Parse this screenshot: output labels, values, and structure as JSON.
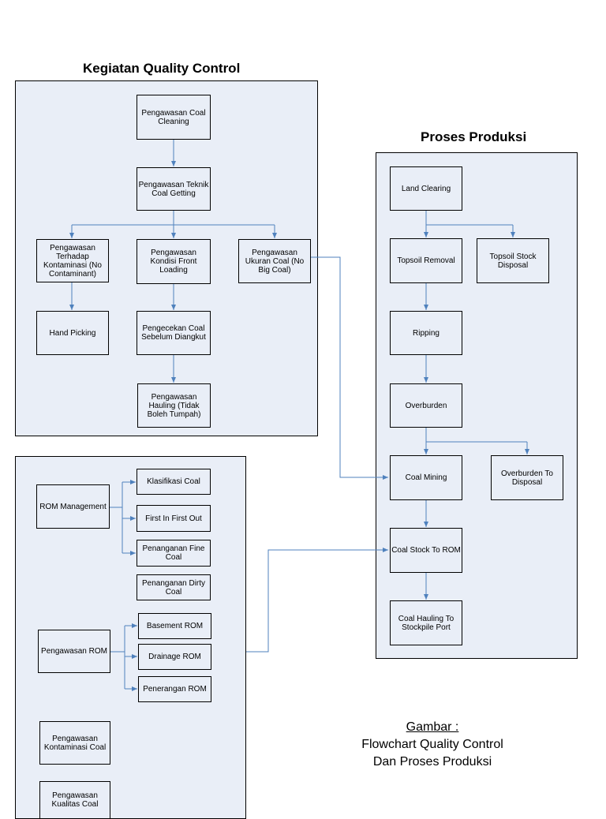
{
  "quality_control": {
    "title": "Kegiatan Quality Control",
    "coal_cleaning": "Pengawasan Coal Cleaning",
    "coal_getting": "Pengawasan Teknik Coal Getting",
    "contamination": "Pengawasan Terhadap Kontaminasi (No Contaminant)",
    "front_loading": "Pengawasan Kondisi Front Loading",
    "coal_size": "Pengawasan Ukuran Coal (No Big Coal)",
    "hand_picking": "Hand Picking",
    "pre_haul_check": "Pengecekan Coal Sebelum Diangkut",
    "hauling": "Pengawasan Hauling (Tidak Boleh Tumpah)"
  },
  "rom": {
    "management": "ROM Management",
    "classification": "Klasifikasi Coal",
    "fifo": "First In First Out",
    "fine_coal": "Penanganan Fine Coal",
    "dirty_coal": "Penanganan Dirty Coal",
    "supervision": "Pengawasan ROM",
    "basement": "Basement ROM",
    "drainage": "Drainage ROM",
    "lighting": "Penerangan ROM",
    "contamination": "Pengawasan Kontaminasi Coal",
    "quality": "Pengawasan Kualitas Coal"
  },
  "production": {
    "title": "Proses Produksi",
    "land_clearing": "Land Clearing",
    "topsoil_removal": "Topsoil Removal",
    "topsoil_disposal": "Topsoil Stock Disposal",
    "ripping": "Ripping",
    "overburden": "Overburden",
    "coal_mining": "Coal Mining",
    "overburden_disposal": "Overburden To Disposal",
    "coal_stock": "Coal Stock To ROM",
    "coal_hauling": "Coal Hauling To Stockpile Port"
  },
  "caption": {
    "label": "Gambar :",
    "line1": "Flowchart Quality Control",
    "line2": "Dan Proses Produksi"
  },
  "colors": {
    "panel_fill": "#e9eef7",
    "connector": "#4f81bd",
    "border": "#000000"
  }
}
